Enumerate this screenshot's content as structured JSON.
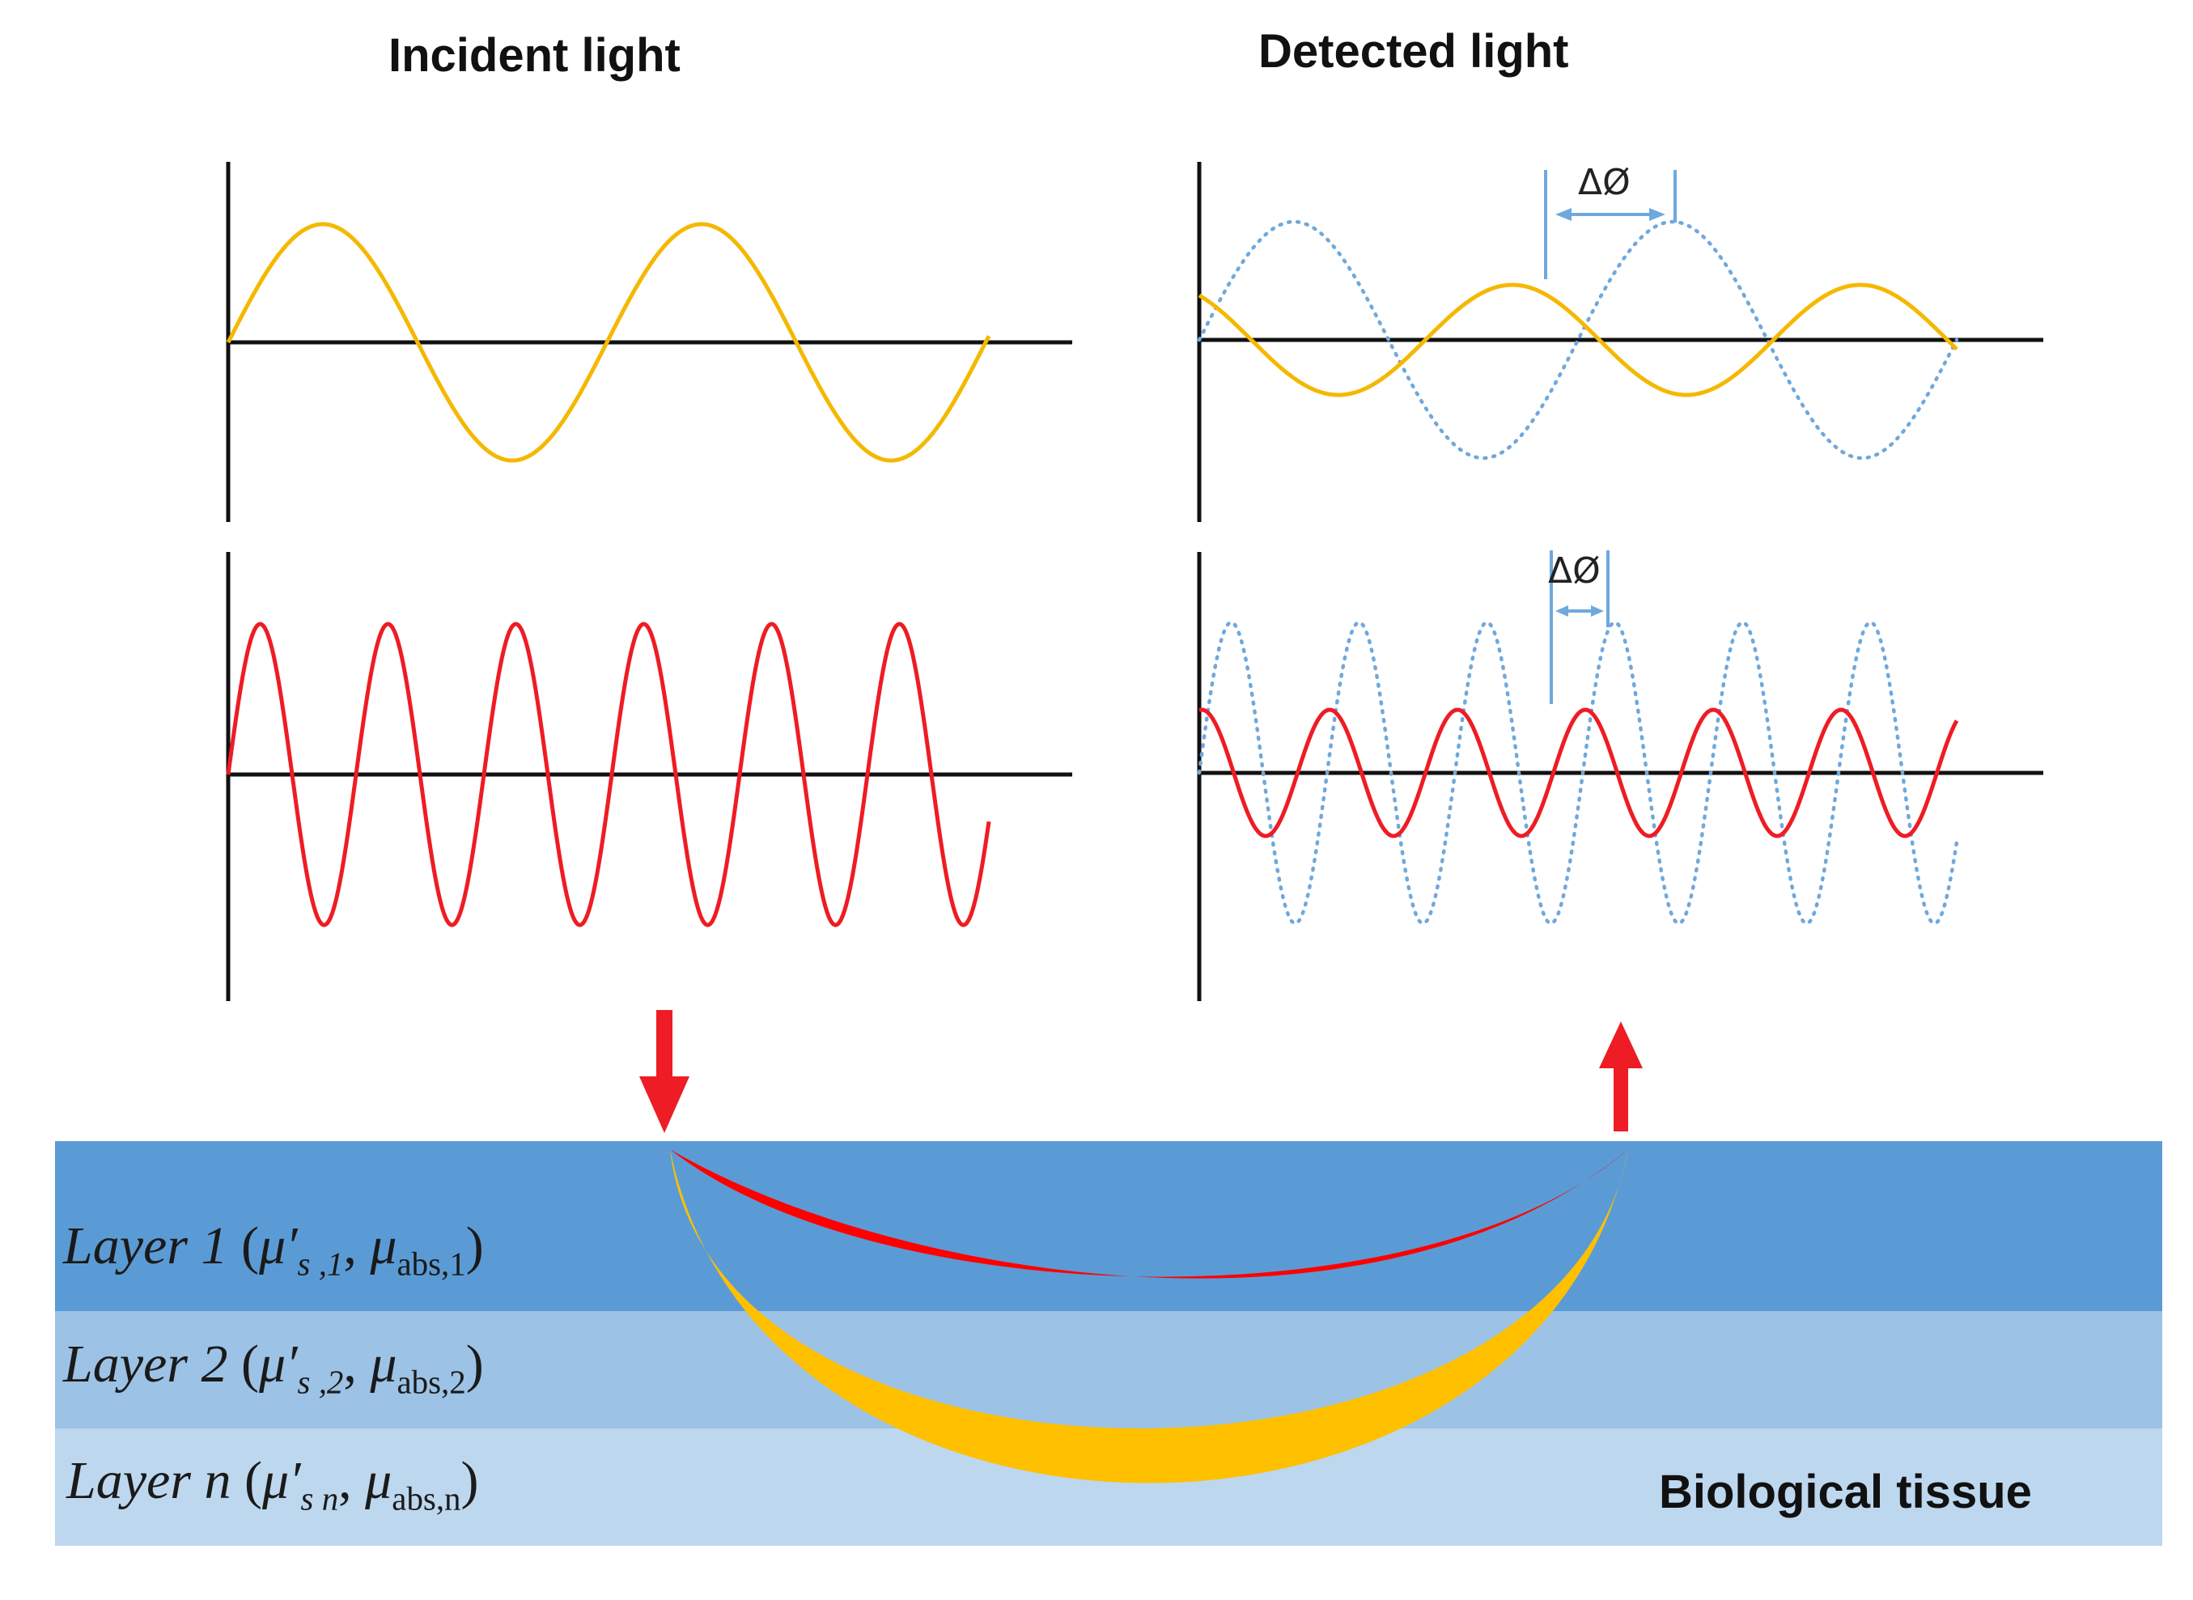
{
  "headings": {
    "incident": "Incident light",
    "detected": "Detected light"
  },
  "phase_labels": {
    "top": "ΔØ",
    "bottom": "ΔØ"
  },
  "tissue": {
    "name": "Biological tissue",
    "layers": [
      {
        "name": "Layer 1",
        "index": "1",
        "scatter_sub": "s ,1",
        "abs_sub": "abs,1",
        "color": "#5b9bd5"
      },
      {
        "name": "Layer 2",
        "index": "2",
        "scatter_sub": "s ,2",
        "abs_sub": "abs,2",
        "color": "#9cc2e5"
      },
      {
        "name": "Layer n",
        "index": "n",
        "scatter_sub": "s n",
        "abs_sub": "abs,n",
        "color": "#bdd7ee"
      }
    ]
  },
  "colors": {
    "low_frequency_wave": "#f5b800",
    "high_frequency_wave": "#ee1c24",
    "reference_wave": "#6fa8dc",
    "axis": "#111111",
    "arrow": "#ee1c24",
    "red_banana_path": "#ff0000",
    "yellow_banana_path": "#ffc000"
  }
}
